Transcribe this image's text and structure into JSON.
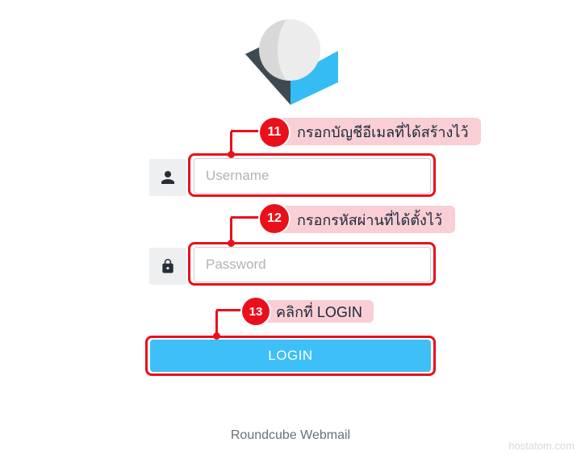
{
  "colors": {
    "red": "#e9101c",
    "pink": "#f9ced4",
    "callout_text": "#19283a",
    "blue_button": "#3fbff7",
    "logo_dark": "#3d4a52",
    "logo_blue": "#36bcf4",
    "sphere_light": "#ececec",
    "sphere_shade": "#d8d8d8",
    "icon_box_bg": "#edeff0",
    "icon_color": "#262e36",
    "input_border": "#cfcfcf",
    "placeholder": "#b3b3b3",
    "footer_text": "#66717c",
    "watermark": "#d9d9d9"
  },
  "form": {
    "username": {
      "placeholder": "Username"
    },
    "password": {
      "placeholder": "Password"
    },
    "login_button": {
      "label": "LOGIN"
    }
  },
  "callouts": [
    {
      "number": "11",
      "text": "กรอกบัญชีอีเมลที่ได้สร้างไว้"
    },
    {
      "number": "12",
      "text": "กรอกรหัสผ่านที่ได้ตั้งไว้"
    },
    {
      "number": "13",
      "text": "คลิกที่ LOGIN"
    }
  ],
  "footer": {
    "product_name": "Roundcube Webmail",
    "watermark": "hostatom.com"
  }
}
